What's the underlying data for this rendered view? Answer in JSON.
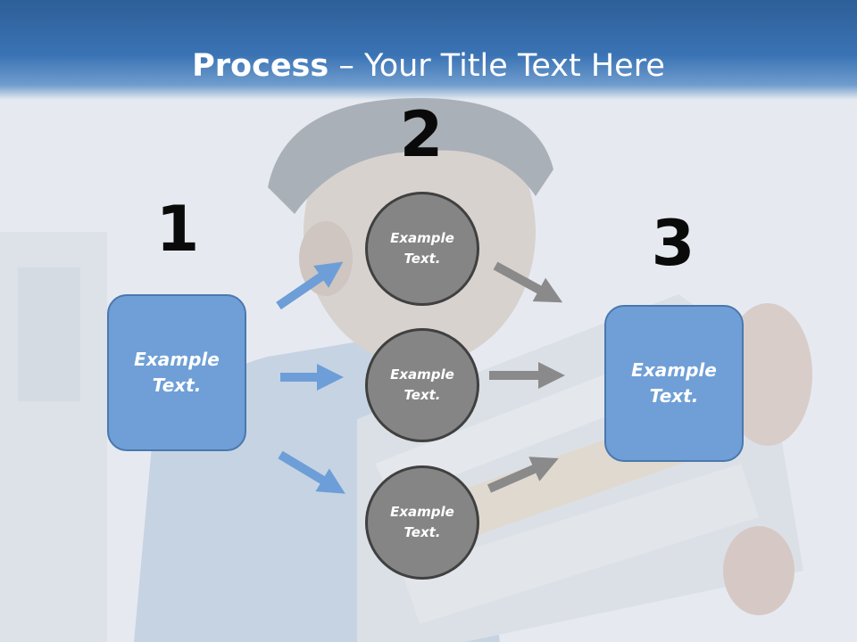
{
  "title": {
    "bold": "Process",
    "rest": " – Your Title Text Here"
  },
  "steps": [
    {
      "number": "1",
      "box": {
        "line1": "Example",
        "line2": "Text."
      }
    },
    {
      "number": "2",
      "circles": [
        {
          "line1": "Example",
          "line2": "Text."
        },
        {
          "line1": "Example",
          "line2": "Text."
        },
        {
          "line1": "Example",
          "line2": "Text."
        }
      ]
    },
    {
      "number": "3",
      "box": {
        "line1": "Example",
        "line2": "Text."
      }
    }
  ],
  "colors": {
    "header": "#3a73b4",
    "box_fill": "#6f9fd6",
    "circle_fill": "#858585",
    "blue_arrow": "#6d9ed8",
    "gray_arrow": "#8a8a8a"
  }
}
